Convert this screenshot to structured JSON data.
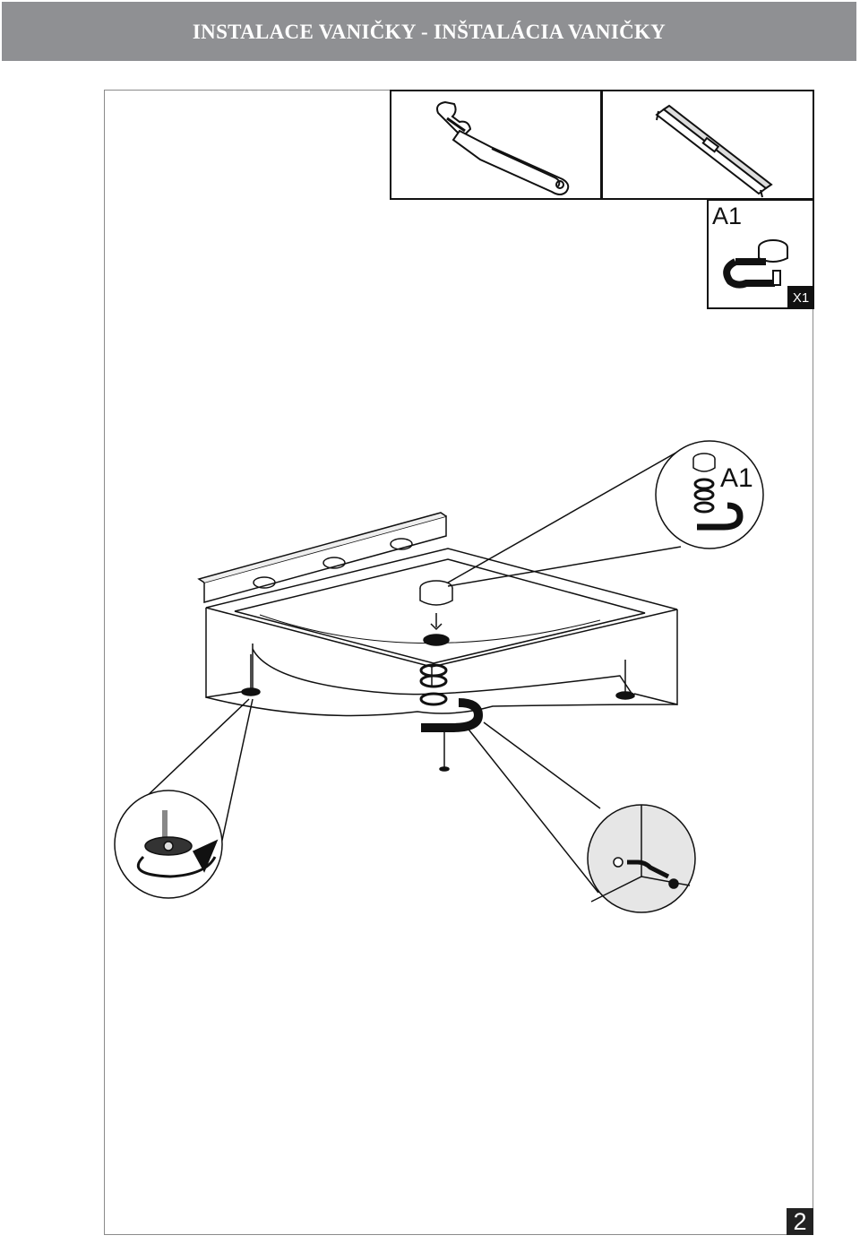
{
  "header": {
    "title": "INSTALACE VANIČKY - INŠTALÁCIA VANIČKY"
  },
  "parts": {
    "label": "A1",
    "quantity": "X1",
    "callout_label": "A1"
  },
  "tools": {
    "wrench_icon": "adjustable-wrench-icon",
    "level_icon": "spirit-level-icon"
  },
  "page": {
    "number": "2"
  },
  "colors": {
    "header_bg": "#8f9093",
    "header_text": "#ffffff",
    "ink": "#111111"
  }
}
